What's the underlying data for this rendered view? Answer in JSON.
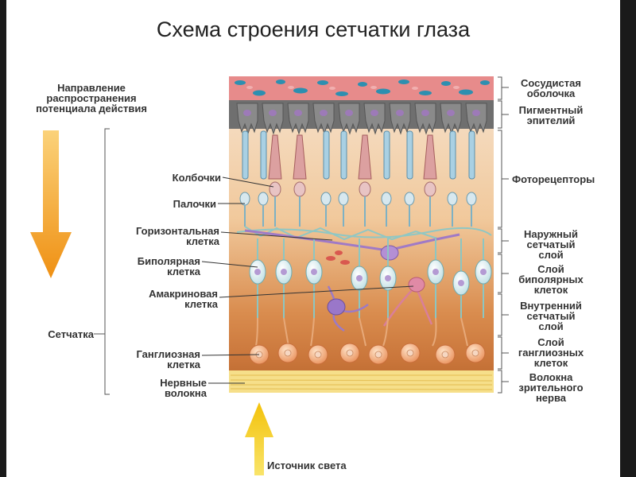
{
  "title": "Схема строения сетчатки глаза",
  "direction_label": [
    "Направление",
    "распространения",
    "потенциала действия"
  ],
  "light_source": "Источник света",
  "left_labels": {
    "cones": "Колбочки",
    "rods": "Палочки",
    "horizontal": [
      "Горизонтальная",
      "клетка"
    ],
    "bipolar": [
      "Биполярная",
      "клетка"
    ],
    "amacrine": [
      "Амакриновая",
      "клетка"
    ],
    "retina": "Сетчатка",
    "ganglion": [
      "Ганглиозная",
      "клетка"
    ],
    "nerve_fibers": [
      "Нервные",
      "волокна"
    ]
  },
  "right_labels": {
    "choroid": [
      "Сосудистая",
      "оболочка"
    ],
    "pigment": [
      "Пигментный",
      "эпителий"
    ],
    "photoreceptors": "Фоторецепторы",
    "outer_plexiform": [
      "Наружный",
      "сетчатый",
      "слой"
    ],
    "bipolar_layer": [
      "Слой",
      "биполярных",
      "клеток"
    ],
    "inner_plexiform": [
      "Внутренний",
      "сетчатый",
      "слой"
    ],
    "ganglion_layer": [
      "Слой",
      "ганглиозных",
      "клеток"
    ],
    "optic_fibers": [
      "Волокна",
      "зрительного",
      "нерва"
    ]
  },
  "colors": {
    "arrow_orange": "#f5a623",
    "arrow_yellow": "#f7d21a",
    "choroid": "#e88a8a",
    "pigment": "#6b6b6b",
    "rod": "#9ec6dc",
    "cone": "#d79a9a",
    "ganglion": "#f0b58a",
    "fibers": "#f6df8a"
  }
}
